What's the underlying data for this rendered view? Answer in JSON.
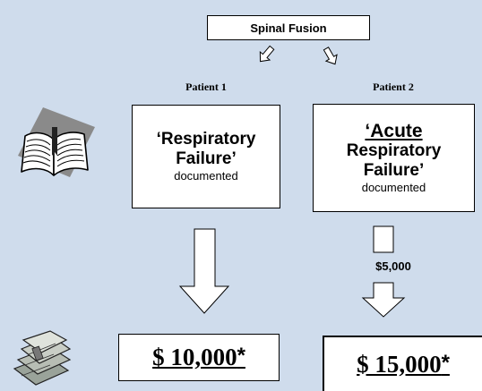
{
  "diagram": {
    "title": "Spinal Fusion",
    "patient1": {
      "label": "Patient 1",
      "diagnosis": "‘Respiratory Failure’",
      "status": "documented",
      "amount": "$ 10,000",
      "asterisk": "*"
    },
    "patient2": {
      "label": "Patient 2",
      "qualifier": "‘Acute",
      "diagnosis": "Respiratory Failure’",
      "status": "documented",
      "increment": "$5,000",
      "amount": "$ 15,000",
      "asterisk": "*"
    },
    "icons": [
      "book-icon",
      "money-icon"
    ],
    "colors": {
      "background": "#cfdcec",
      "box": "#ffffff",
      "book_shadow": "#8a8a8a"
    }
  }
}
